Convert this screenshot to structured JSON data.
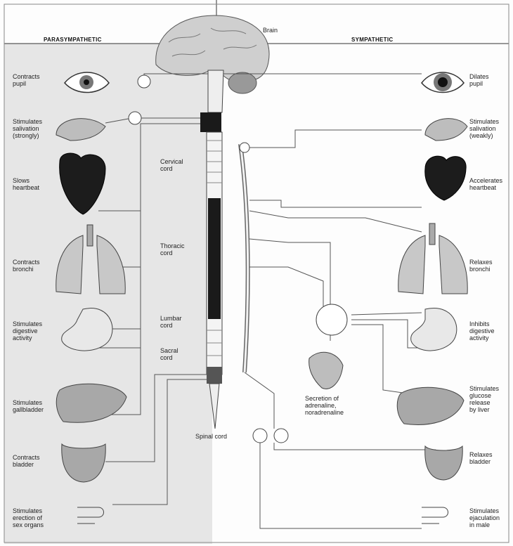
{
  "headers": {
    "parasympathetic": "PARASYMPATHETIC",
    "sympathetic": "SYMPATHETIC"
  },
  "center_labels": {
    "brain": "Brain",
    "cervical": "Cervical\ncord",
    "thoracic": "Thoracic\ncord",
    "lumbar": "Lumbar\ncord",
    "sacral": "Sacral\ncord",
    "spinal": "Spinal cord",
    "adrenal": "Secretion of\nadrenaline,\nnoradrenaline"
  },
  "parasympathetic_effects": [
    {
      "organ": "eye",
      "text": "Contracts\npupil"
    },
    {
      "organ": "salivary-gland",
      "text": "Stimulates\nsalivation\n(strongly)"
    },
    {
      "organ": "heart",
      "text": "Slows\nheartbeat"
    },
    {
      "organ": "lungs",
      "text": "Contracts\nbronchi"
    },
    {
      "organ": "stomach",
      "text": "Stimulates\ndigestive\nactivity"
    },
    {
      "organ": "liver",
      "text": "Stimulates\ngallbladder"
    },
    {
      "organ": "bladder",
      "text": "Contracts\nbladder"
    },
    {
      "organ": "sex-organs",
      "text": "Stimulates\nerection of\nsex organs"
    }
  ],
  "sympathetic_effects": [
    {
      "organ": "eye",
      "text": "Dilates\npupil"
    },
    {
      "organ": "salivary-gland",
      "text": "Stimulates\nsalivation\n(weakly)"
    },
    {
      "organ": "heart",
      "text": "Accelerates\nheartbeat"
    },
    {
      "organ": "lungs",
      "text": "Relaxes\nbronchi"
    },
    {
      "organ": "stomach",
      "text": "Inhibits\ndigestive\nactivity"
    },
    {
      "organ": "liver",
      "text": "Stimulates\nglucose\nrelease\nby liver"
    },
    {
      "organ": "bladder",
      "text": "Relaxes\nbladder"
    },
    {
      "organ": "sex-organs",
      "text": "Stimulates\nejaculation\nin male"
    }
  ],
  "colors": {
    "para_bg": "#e6e6e6",
    "organ_fill": "#bdbdbd",
    "heart_fill": "#1c1c1c",
    "line": "#555555",
    "cord_dark": "#1a1a1a"
  }
}
